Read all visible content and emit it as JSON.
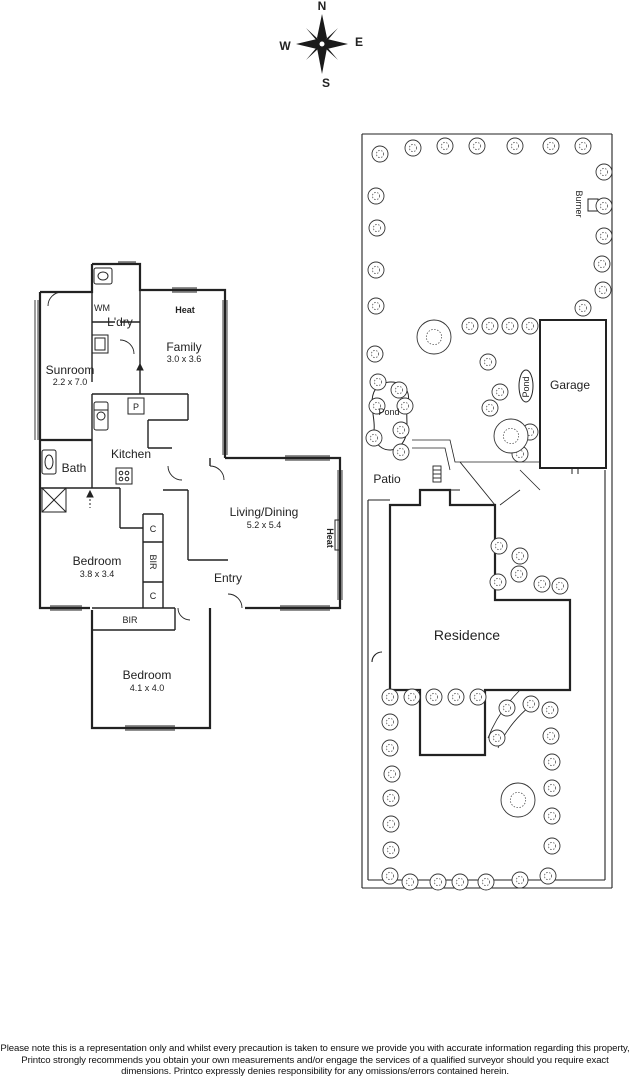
{
  "compass": {
    "n": "N",
    "s": "S",
    "e": "E",
    "w": "W"
  },
  "house": {
    "rooms": [
      {
        "name": "Sunroom",
        "dims": "2.2 x 7.0"
      },
      {
        "name": "L'dry",
        "dims": ""
      },
      {
        "name": "Family",
        "dims": "3.0 x 3.6"
      },
      {
        "name": "Kitchen",
        "dims": ""
      },
      {
        "name": "Bath",
        "dims": ""
      },
      {
        "name": "Living/Dining",
        "dims": "5.2 x 5.4"
      },
      {
        "name": "Bedroom",
        "dims": "3.8 x 3.4"
      },
      {
        "name": "Entry",
        "dims": ""
      },
      {
        "name": "Bedroom",
        "dims": "4.1 x 4.0"
      }
    ],
    "labels": {
      "wm": "WM",
      "heat_family": "Heat",
      "heat_living": "Heat",
      "pantry": "P",
      "cupboard_top": "C",
      "bir_vertical": "BIR",
      "cupboard_bottom": "C",
      "bir_horizontal": "BIR"
    }
  },
  "site": {
    "garage": "Garage",
    "residence": "Residence",
    "patio": "Patio",
    "pond_main": "Pond",
    "pond_small": "Pond",
    "burner": "Burner"
  },
  "disclaimer": [
    "Please note this is a representation only and whilst every precaution is taken to ensure we provide you with accurate information regarding this property,",
    "Printco strongly recommends you obtain your own measurements and/or engage the services of a qualified surveyor should you require exact",
    "dimensions. Printco expressly denies responsibility for any omissions/errors contained herein."
  ]
}
